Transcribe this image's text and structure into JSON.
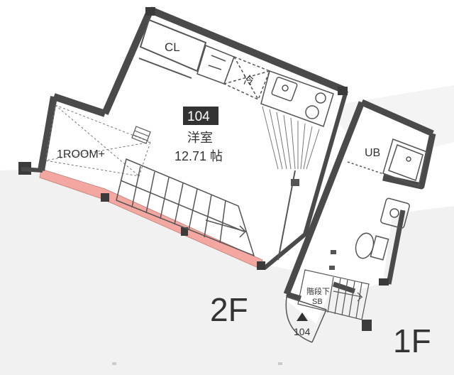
{
  "plan": {
    "room": {
      "number": "104",
      "type": "洋室",
      "area": "12.71 帖"
    },
    "closet": "CL",
    "fridge": "冷",
    "loft": "1ROOM+",
    "bath": "UB",
    "stairs_label": "階段下",
    "stairs_storage": "SB",
    "entrance_number": "104",
    "floor_upper": "2F",
    "floor_lower": "1F"
  },
  "colors": {
    "wall": "#4a4a4a",
    "balcony": "#f4a7a0",
    "line": "#555555",
    "shadow": "#e9e9e9"
  }
}
